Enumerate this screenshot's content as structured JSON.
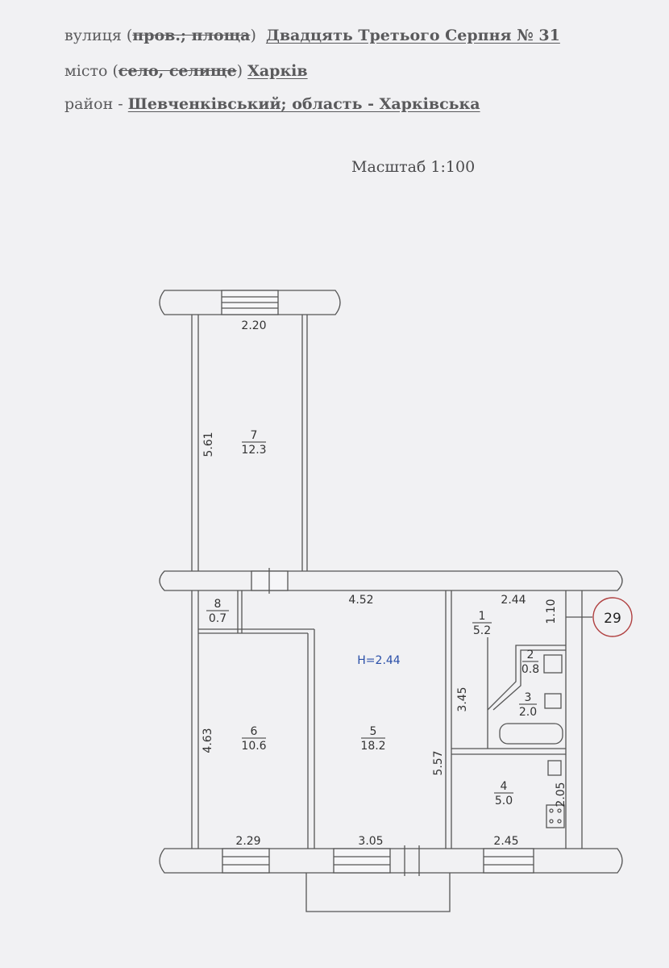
{
  "header": {
    "line1": {
      "label": "вулиця (",
      "strike": "пров.; площа",
      "close": ")",
      "value": "Двадцять Третього Серпня № 31"
    },
    "line2": {
      "label": "місто (",
      "strike": "село, селище",
      "close": ")",
      "value": "Харків"
    },
    "line3": {
      "label": "район - ",
      "value": "Шевченківський; область - Харківська"
    }
  },
  "scale": "Масштаб 1:100",
  "plan": {
    "ceiling_height": "H=2.44",
    "building_number": "29",
    "rooms": [
      {
        "number": "7",
        "area": "12.3"
      },
      {
        "number": "8",
        "area": "0.7"
      },
      {
        "number": "6",
        "area": "10.6"
      },
      {
        "number": "5",
        "area": "18.2"
      },
      {
        "number": "1",
        "area": "5.2"
      },
      {
        "number": "2",
        "area": "0.8"
      },
      {
        "number": "3",
        "area": "2.0"
      },
      {
        "number": "4",
        "area": "5.0"
      }
    ],
    "dimensions": {
      "balcony_width": "2.20",
      "balcony_length": "5.61",
      "room5_width_top": "4.52",
      "room1_width": "2.44",
      "room1_depth": "1.10",
      "room6_length": "4.63",
      "wc_length": "3.45",
      "room5_length": "5.57",
      "room4_length": "2.05",
      "room6_width": "2.29",
      "room5_width_bottom": "3.05",
      "room4_width": "2.45"
    }
  }
}
